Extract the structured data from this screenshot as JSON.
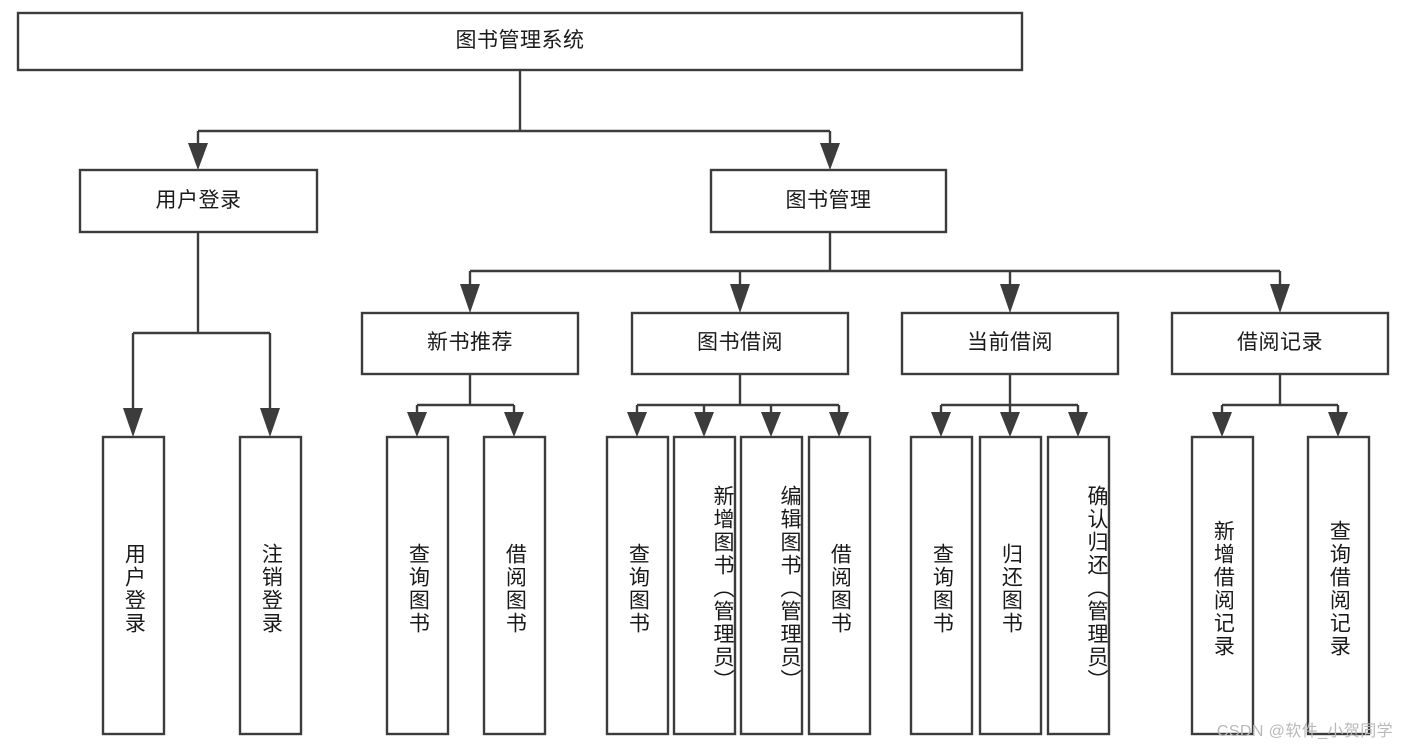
{
  "diagram": {
    "type": "tree-hierarchy-chart",
    "title": "图书管理系统",
    "watermark": "CSDN @软件_小贺同学",
    "colors": {
      "box_stroke": "#3c3c3c",
      "box_fill": "#ffffff",
      "connector": "#3c3c3c",
      "text": "#1a1a1a",
      "watermark": "#b9b9b9",
      "background": "#ffffff"
    },
    "levels": [
      {
        "level": 1,
        "nodes": [
          {
            "id": "root",
            "label": "图书管理系统",
            "orientation": "horizontal"
          }
        ]
      },
      {
        "level": 2,
        "nodes": [
          {
            "id": "user-login",
            "label": "用户登录",
            "orientation": "horizontal",
            "parent": "root"
          },
          {
            "id": "book-manage",
            "label": "图书管理",
            "orientation": "horizontal",
            "parent": "root"
          }
        ]
      },
      {
        "level": 3,
        "nodes": [
          {
            "id": "new-book-rec",
            "label": "新书推荐",
            "orientation": "horizontal",
            "parent": "book-manage"
          },
          {
            "id": "book-borrow",
            "label": "图书借阅",
            "orientation": "horizontal",
            "parent": "book-manage"
          },
          {
            "id": "current-borrow",
            "label": "当前借阅",
            "orientation": "horizontal",
            "parent": "book-manage"
          },
          {
            "id": "borrow-record",
            "label": "借阅记录",
            "orientation": "horizontal",
            "parent": "book-manage"
          }
        ]
      },
      {
        "level": 4,
        "nodes": [
          {
            "id": "leaf-user-login",
            "label": "用户登录",
            "orientation": "vertical",
            "parent": "user-login"
          },
          {
            "id": "leaf-user-logout",
            "label": "注销登录",
            "orientation": "vertical",
            "parent": "user-login"
          },
          {
            "id": "leaf-rec-query",
            "label": "查询图书",
            "orientation": "vertical",
            "parent": "new-book-rec"
          },
          {
            "id": "leaf-rec-borrow",
            "label": "借阅图书",
            "orientation": "vertical",
            "parent": "new-book-rec"
          },
          {
            "id": "leaf-borrow-query",
            "label": "查询图书",
            "orientation": "vertical",
            "parent": "book-borrow"
          },
          {
            "id": "leaf-borrow-add",
            "label": "新增图书（管理员）",
            "orientation": "vertical",
            "parent": "book-borrow"
          },
          {
            "id": "leaf-borrow-edit",
            "label": "编辑图书（管理员）",
            "orientation": "vertical",
            "parent": "book-borrow"
          },
          {
            "id": "leaf-borrow-lend",
            "label": "借阅图书",
            "orientation": "vertical",
            "parent": "book-borrow"
          },
          {
            "id": "leaf-current-query",
            "label": "查询图书",
            "orientation": "vertical",
            "parent": "current-borrow"
          },
          {
            "id": "leaf-current-return",
            "label": "归还图书",
            "orientation": "vertical",
            "parent": "current-borrow"
          },
          {
            "id": "leaf-current-confirm",
            "label": "确认归还（管理员）",
            "orientation": "vertical",
            "parent": "current-borrow"
          },
          {
            "id": "leaf-record-add",
            "label": "新增借阅记录",
            "orientation": "vertical",
            "parent": "borrow-record"
          },
          {
            "id": "leaf-record-query",
            "label": "查询借阅记录",
            "orientation": "vertical",
            "parent": "borrow-record"
          }
        ]
      }
    ]
  }
}
